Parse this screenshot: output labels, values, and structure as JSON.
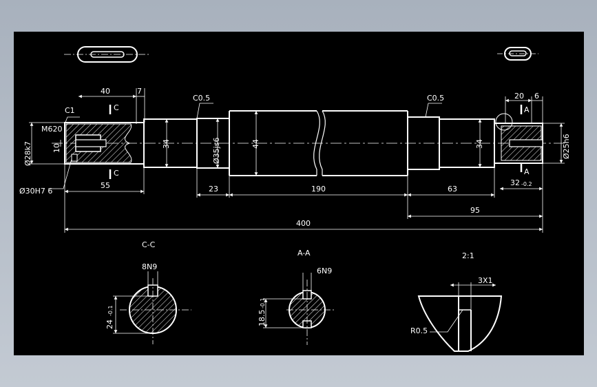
{
  "dimensions": {
    "d40": "40",
    "d7": "7",
    "c1": "C1",
    "m620": "M620",
    "dia28k7": "Ø28k7",
    "d10": "10",
    "dia30h7": "Ø30H7 6",
    "d55": "55",
    "c05_left": "C0.5",
    "d34_left": "34",
    "dia35js6": "Ø35js6",
    "d44": "44",
    "c05_right": "C0.5",
    "d34_right": "34",
    "d20": "20",
    "d6": "6",
    "dia25h6": "Ø25h6",
    "d23": "23",
    "d190": "190",
    "d63": "63",
    "d32": "32",
    "d32_tol": "-0.2",
    "d95": "95",
    "d400": "400"
  },
  "section_marks": {
    "c_top": "C",
    "c_bottom": "C",
    "a_top": "A",
    "a_bottom": "A"
  },
  "views": {
    "cc_title": "C-C",
    "cc_key": "8N9",
    "cc_depth": "24",
    "cc_depth_tol": "-0.1",
    "aa_title": "A-A",
    "aa_key": "6N9",
    "aa_depth": "18.5",
    "aa_depth_tol": "-0.1",
    "detail_scale": "2:1",
    "detail_chamfer": "3X1",
    "detail_radius": "R0.5"
  }
}
